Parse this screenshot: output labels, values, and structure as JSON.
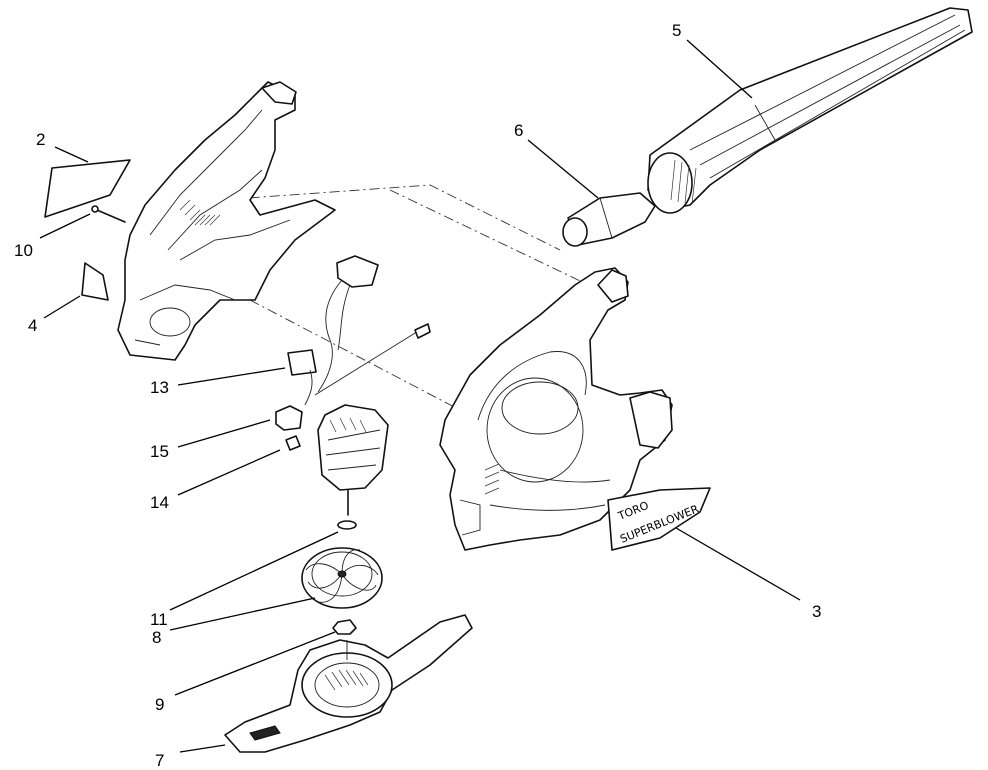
{
  "callouts": {
    "c1": "2",
    "c2": "10",
    "c3": "4",
    "c4": "13",
    "c5": "15",
    "c6": "14",
    "c7": "11",
    "c8": "8",
    "c9": "9",
    "c10": "7",
    "c11": "3",
    "c12": "5",
    "c13": "6"
  },
  "decal_text": {
    "line1": "TORO",
    "line2": "SUPERBLOWER"
  }
}
